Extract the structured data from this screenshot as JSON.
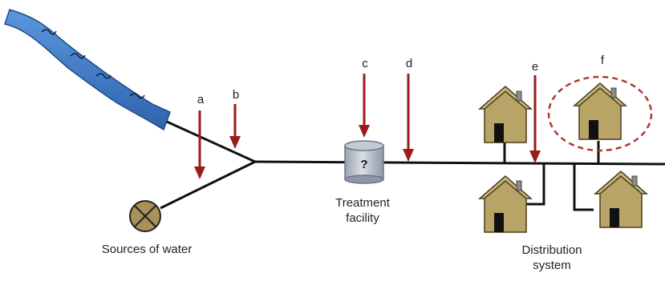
{
  "arrows": {
    "a": "a",
    "b": "b",
    "c": "c",
    "d": "d",
    "e": "e",
    "f": "f"
  },
  "treatment": {
    "symbol": "?",
    "label_line1": "Treatment",
    "label_line2": "facility"
  },
  "sources_label": "Sources of water",
  "distribution": {
    "label_line1": "Distribution",
    "label_line2": "system"
  },
  "colors": {
    "pipe": "#111111",
    "arrow": "#9b1b1b",
    "river": "#3a78c9",
    "house_wall": "#b9a468",
    "house_roof": "#cbb97e",
    "door": "#111111",
    "tank": "#b9c0cc",
    "highlight": "#b03a2e"
  }
}
